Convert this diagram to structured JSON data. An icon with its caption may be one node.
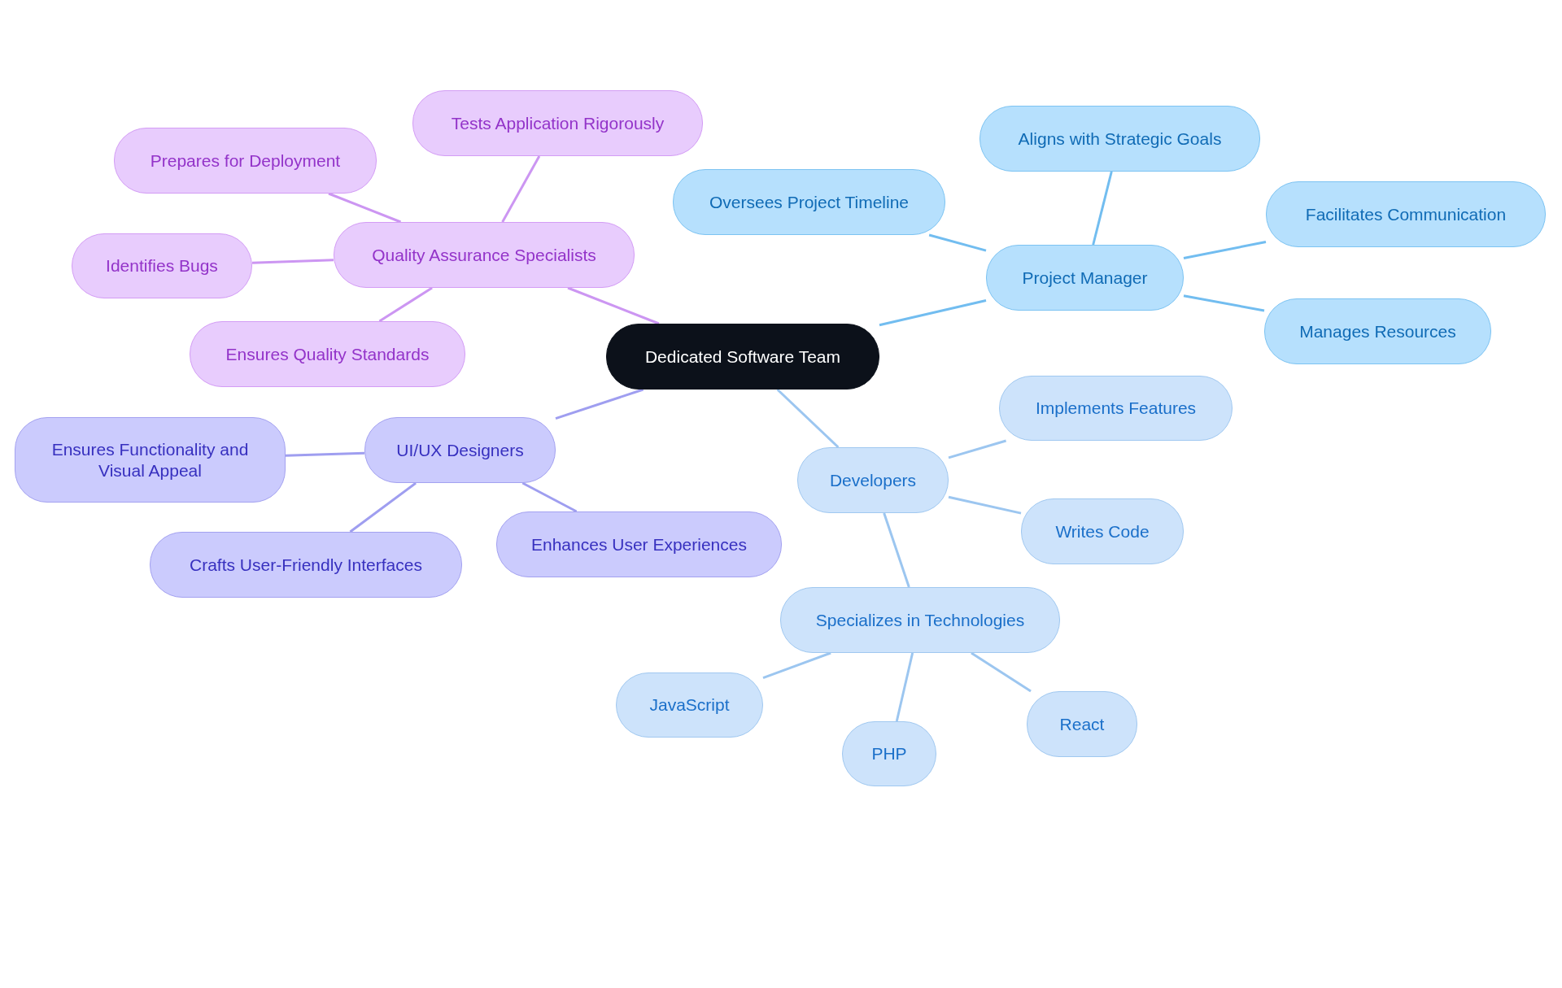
{
  "diagram": {
    "nodes": [
      {
        "text": [
          "Dedicated Software Team"
        ]
      },
      {
        "text": [
          "Quality Assurance Specialists"
        ]
      },
      {
        "text": [
          "Tests Application Rigorously"
        ]
      },
      {
        "text": [
          "Prepares for Deployment"
        ]
      },
      {
        "text": [
          "Identifies Bugs"
        ]
      },
      {
        "text": [
          "Ensures Quality Standards"
        ]
      },
      {
        "text": [
          "UI/UX Designers"
        ]
      },
      {
        "text": [
          "Ensures Functionality and Visual Appeal"
        ]
      },
      {
        "text": [
          "Crafts User-Friendly Interfaces"
        ]
      },
      {
        "text": [
          "Enhances User Experiences"
        ]
      },
      {
        "text": [
          "Project Manager"
        ]
      },
      {
        "text": [
          "Oversees Project Timeline"
        ]
      },
      {
        "text": [
          "Aligns with Strategic Goals"
        ]
      },
      {
        "text": [
          "Facilitates Communication"
        ]
      },
      {
        "text": [
          "Manages Resources"
        ]
      },
      {
        "text": [
          "Developers"
        ]
      },
      {
        "text": [
          "Implements Features"
        ]
      },
      {
        "text": [
          "Writes Code"
        ]
      },
      {
        "text": [
          "Specializes in Technologies"
        ]
      },
      {
        "text": [
          "JavaScript"
        ]
      },
      {
        "text": [
          "PHP"
        ]
      },
      {
        "text": [
          "React"
        ]
      }
    ],
    "edges": [
      {
        "from": 0,
        "to": 1,
        "arrow": "none",
        "color": "#cc96f2"
      },
      {
        "from": 1,
        "to": 2,
        "arrow": "none",
        "color": "#cc96f2"
      },
      {
        "from": 1,
        "to": 3,
        "arrow": "none",
        "color": "#cc96f2"
      },
      {
        "from": 1,
        "to": 4,
        "arrow": "none",
        "color": "#cc96f2"
      },
      {
        "from": 1,
        "to": 5,
        "arrow": "none",
        "color": "#cc96f2"
      },
      {
        "from": 0,
        "to": 6,
        "arrow": "none",
        "color": "#9f9ef0"
      },
      {
        "from": 6,
        "to": 7,
        "arrow": "none",
        "color": "#9f9ef0"
      },
      {
        "from": 6,
        "to": 8,
        "arrow": "none",
        "color": "#9f9ef0"
      },
      {
        "from": 6,
        "to": 9,
        "arrow": "none",
        "color": "#9f9ef0"
      },
      {
        "from": 0,
        "to": 10,
        "arrow": "none",
        "color": "#72bdf0"
      },
      {
        "from": 10,
        "to": 11,
        "arrow": "none",
        "color": "#72bdf0"
      },
      {
        "from": 10,
        "to": 12,
        "arrow": "none",
        "color": "#72bdf0"
      },
      {
        "from": 10,
        "to": 13,
        "arrow": "none",
        "color": "#72bdf0"
      },
      {
        "from": 10,
        "to": 14,
        "arrow": "none",
        "color": "#72bdf0"
      },
      {
        "from": 0,
        "to": 15,
        "arrow": "none"
      },
      {
        "from": 15,
        "to": 16,
        "arrow": "none"
      },
      {
        "from": 15,
        "to": 17,
        "arrow": "none"
      },
      {
        "from": 15,
        "to": 18,
        "arrow": "none"
      },
      {
        "from": 18,
        "to": 19,
        "arrow": "none"
      },
      {
        "from": 18,
        "to": 20,
        "arrow": "none"
      },
      {
        "from": 18,
        "to": 21,
        "arrow": "none"
      }
    ]
  }
}
